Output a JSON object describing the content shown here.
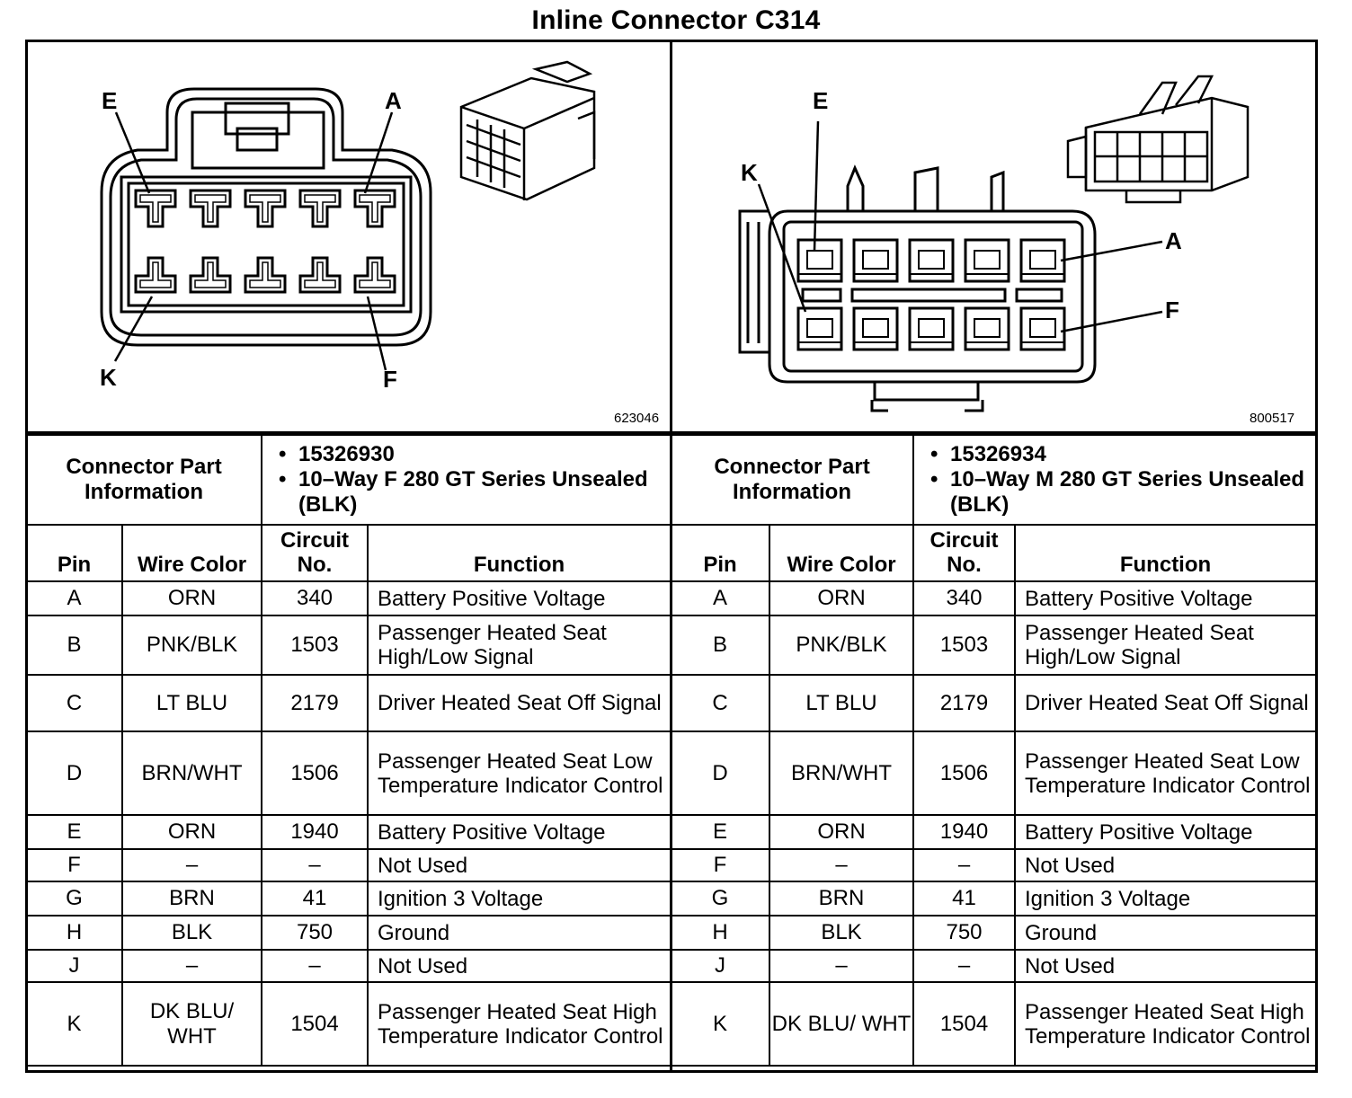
{
  "title": "Inline Connector C314",
  "left": {
    "figure_id": "623046",
    "pin_labels": {
      "e": "E",
      "a": "A",
      "k": "K",
      "f": "F"
    },
    "part_info_label": "Connector Part Information",
    "part_info": [
      "15326930",
      "10–Way F 280 GT Series Unsealed (BLK)"
    ],
    "headers": {
      "pin": "Pin",
      "wire": "Wire Color",
      "circuit": "Circuit No.",
      "function": "Function"
    },
    "rows": [
      {
        "pin": "A",
        "wire": "ORN",
        "circuit": "340",
        "function": "Battery Positive Voltage"
      },
      {
        "pin": "B",
        "wire": "PNK/BLK",
        "circuit": "1503",
        "function": "Passenger Heated Seat High/Low Signal"
      },
      {
        "pin": "C",
        "wire": "LT BLU",
        "circuit": "2179",
        "function": "Driver Heated Seat Off Signal"
      },
      {
        "pin": "D",
        "wire": "BRN/WHT",
        "circuit": "1506",
        "function": "Passenger Heated Seat Low Temperature Indicator Control"
      },
      {
        "pin": "E",
        "wire": "ORN",
        "circuit": "1940",
        "function": "Battery Positive Voltage"
      },
      {
        "pin": "F",
        "wire": "–",
        "circuit": "–",
        "function": "Not Used"
      },
      {
        "pin": "G",
        "wire": "BRN",
        "circuit": "41",
        "function": "Ignition 3 Voltage"
      },
      {
        "pin": "H",
        "wire": "BLK",
        "circuit": "750",
        "function": "Ground"
      },
      {
        "pin": "J",
        "wire": "–",
        "circuit": "–",
        "function": "Not Used"
      },
      {
        "pin": "K",
        "wire": "DK BLU/ WHT",
        "circuit": "1504",
        "function": "Passenger Heated Seat High Temperature Indicator Control"
      }
    ]
  },
  "right": {
    "figure_id": "800517",
    "pin_labels": {
      "e": "E",
      "a": "A",
      "k": "K",
      "f": "F"
    },
    "part_info_label": "Connector Part Information",
    "part_info": [
      "15326934",
      "10–Way M 280 GT Series Unsealed (BLK)"
    ],
    "headers": {
      "pin": "Pin",
      "wire": "Wire Color",
      "circuit": "Circuit No.",
      "function": "Function"
    },
    "rows": [
      {
        "pin": "A",
        "wire": "ORN",
        "circuit": "340",
        "function": "Battery Positive Voltage"
      },
      {
        "pin": "B",
        "wire": "PNK/BLK",
        "circuit": "1503",
        "function": "Passenger Heated Seat High/Low Signal"
      },
      {
        "pin": "C",
        "wire": "LT BLU",
        "circuit": "2179",
        "function": "Driver Heated Seat Off Signal"
      },
      {
        "pin": "D",
        "wire": "BRN/WHT",
        "circuit": "1506",
        "function": "Passenger Heated Seat Low Temperature Indicator Control"
      },
      {
        "pin": "E",
        "wire": "ORN",
        "circuit": "1940",
        "function": "Battery Positive Voltage"
      },
      {
        "pin": "F",
        "wire": "–",
        "circuit": "–",
        "function": "Not Used"
      },
      {
        "pin": "G",
        "wire": "BRN",
        "circuit": "41",
        "function": "Ignition 3 Voltage"
      },
      {
        "pin": "H",
        "wire": "BLK",
        "circuit": "750",
        "function": "Ground"
      },
      {
        "pin": "J",
        "wire": "–",
        "circuit": "–",
        "function": "Not Used"
      },
      {
        "pin": "K",
        "wire": "DK BLU/ WHT",
        "circuit": "1504",
        "function": "Passenger Heated Seat High Temperature Indicator Control"
      }
    ]
  }
}
